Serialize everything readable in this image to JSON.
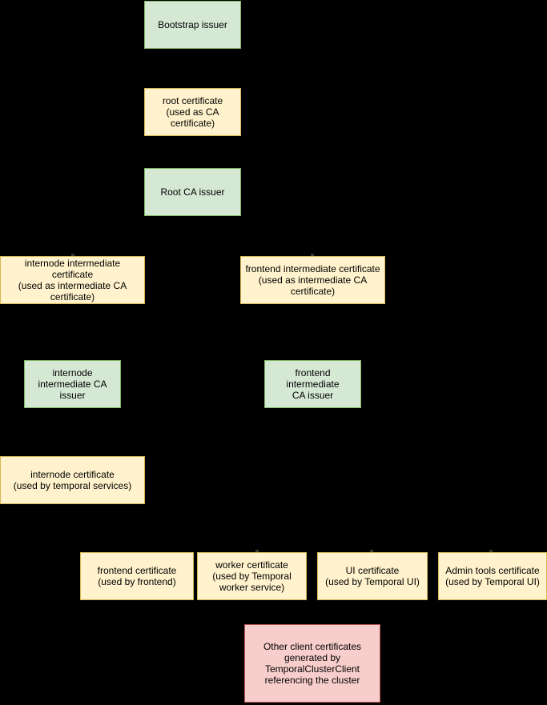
{
  "diagram": {
    "background_color": "#000000",
    "colors": {
      "issuer_fill": "#d5e8d4",
      "issuer_border": "#82b366",
      "certificate_fill": "#fff2cc",
      "certificate_border": "#d6b656",
      "client_certificate_fill": "#f8cecc",
      "client_certificate_border": "#b85450",
      "text": "#000000"
    },
    "nodes": [
      {
        "id": "bootstrap-issuer",
        "kind": "issuer",
        "label": "Bootstrap issuer"
      },
      {
        "id": "root-certificate",
        "kind": "certificate",
        "label": "root certificate\n(used as CA\ncertificate)"
      },
      {
        "id": "root-ca-issuer",
        "kind": "issuer",
        "label": "Root CA issuer"
      },
      {
        "id": "internode-intermediate-certificate",
        "kind": "certificate",
        "label": "internode intermediate certificate\n(used as intermediate CA\ncertificate)"
      },
      {
        "id": "frontend-intermediate-certificate",
        "kind": "certificate",
        "label": "frontend intermediate certificate\n(used as intermediate CA\ncertificate)"
      },
      {
        "id": "internode-intermediate-ca-issuer",
        "kind": "issuer",
        "label": "internode\nintermediate CA\nissuer"
      },
      {
        "id": "frontend-intermediate-ca-issuer",
        "kind": "issuer",
        "label": "frontend intermediate\nCA issuer"
      },
      {
        "id": "internode-certificate",
        "kind": "certificate",
        "label": "internode certificate\n(used by temporal services)"
      },
      {
        "id": "frontend-certificate",
        "kind": "certificate",
        "label": "frontend certificate\n(used by frontend)"
      },
      {
        "id": "worker-certificate",
        "kind": "certificate",
        "label": "worker certificate\n(used by Temporal\nworker service)"
      },
      {
        "id": "ui-certificate",
        "kind": "certificate",
        "label": "UI certificate\n(used by Temporal UI)"
      },
      {
        "id": "admin-tools-certificate",
        "kind": "certificate",
        "label": "Admin tools certificate\n(used by Temporal UI)"
      },
      {
        "id": "other-client-certificates",
        "kind": "client-certificate",
        "label": "Other client certificates\ngenerated by\nTemporalClusterClient\nreferencing the cluster"
      }
    ]
  }
}
